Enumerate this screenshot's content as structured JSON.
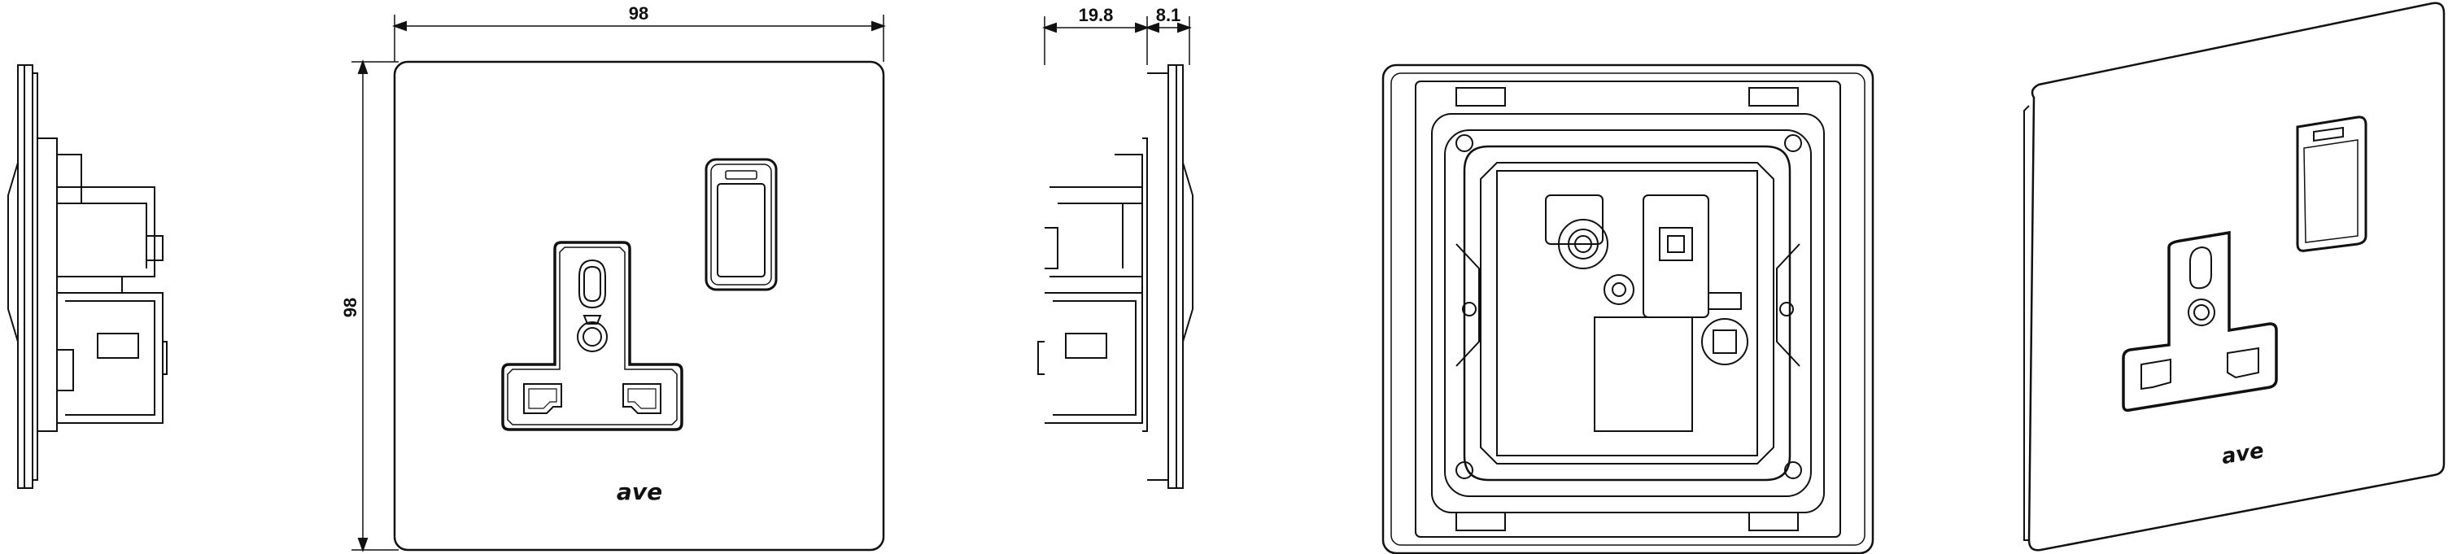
{
  "dimensions": {
    "width_label": "98",
    "height_label": "98",
    "depth_back_label": "19.8",
    "depth_front_label": "8.1"
  },
  "brand": {
    "logo_front": "ave",
    "logo_perspective": "ave"
  },
  "colors": {
    "line": "#111111",
    "background": "#ffffff"
  }
}
